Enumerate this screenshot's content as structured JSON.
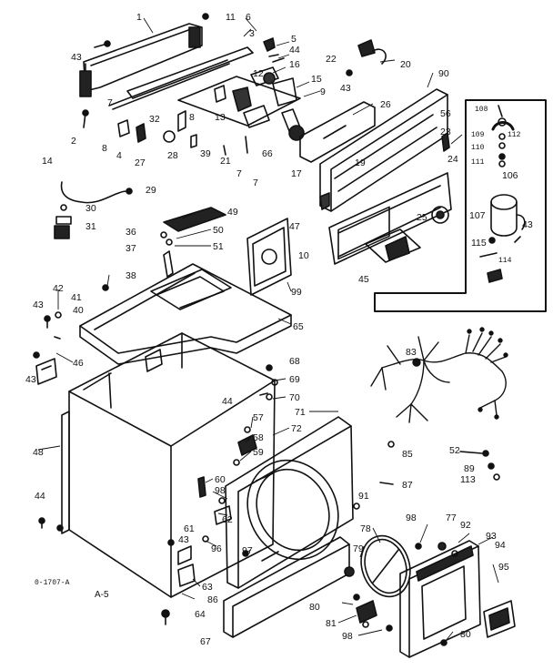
{
  "diagram": {
    "part_numbers": [
      "1",
      "2",
      "3",
      "4",
      "5",
      "6",
      "7",
      "8",
      "9",
      "10",
      "11",
      "12",
      "13",
      "14",
      "15",
      "16",
      "17",
      "19",
      "20",
      "21",
      "22",
      "23",
      "24",
      "25",
      "26",
      "27",
      "28",
      "29",
      "30",
      "31",
      "32",
      "36",
      "37",
      "38",
      "39",
      "40",
      "41",
      "42",
      "43",
      "44",
      "45",
      "46",
      "47",
      "48",
      "49",
      "50",
      "51",
      "52",
      "56",
      "57",
      "58",
      "59",
      "60",
      "61",
      "62",
      "63",
      "64",
      "65",
      "66",
      "67",
      "68",
      "69",
      "70",
      "71",
      "72",
      "77",
      "78",
      "79",
      "80",
      "81",
      "83",
      "85",
      "86",
      "87",
      "89",
      "90",
      "91",
      "92",
      "93",
      "94",
      "95",
      "96",
      "97",
      "98",
      "99",
      "106",
      "107",
      "108",
      "109",
      "110",
      "111",
      "112",
      "113",
      "114",
      "115"
    ],
    "footer": {
      "drawing_code": "0-1707-A",
      "page_ref": "A-5"
    }
  }
}
